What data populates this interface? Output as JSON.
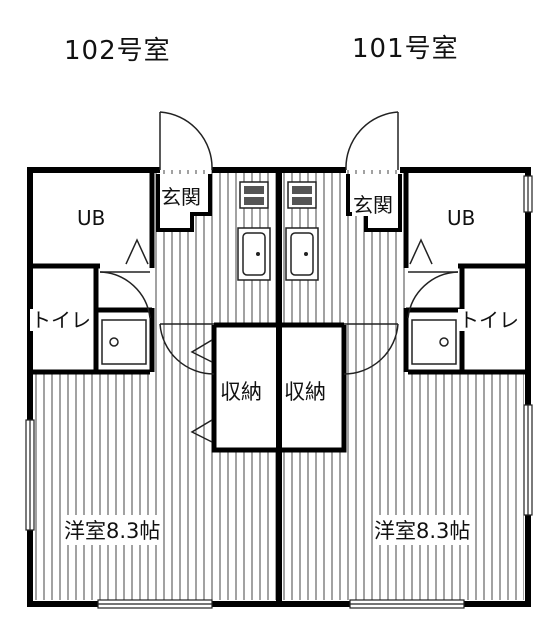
{
  "units": {
    "left": {
      "name": "102号室"
    },
    "right": {
      "name": "101号室"
    }
  },
  "rooms": {
    "left": {
      "entrance": "玄関",
      "bath": "UB",
      "toilet": "トイレ",
      "storage": "収納",
      "western_room": "洋室8.3帖"
    },
    "right": {
      "entrance": "玄関",
      "bath": "UB",
      "toilet": "トイレ",
      "storage": "収納",
      "western_room": "洋室8.3帖"
    }
  },
  "colors": {
    "wall": "#000000",
    "line": "#222222",
    "background": "#ffffff"
  }
}
